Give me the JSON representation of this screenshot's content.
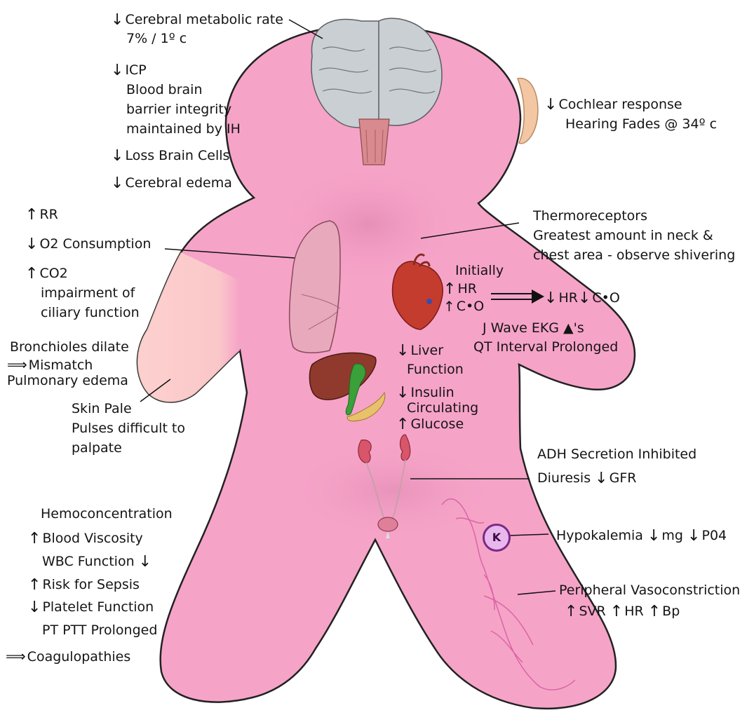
{
  "colors": {
    "body": "#f6a3c8",
    "body_outline": "#222222",
    "pale_arm": "#fcd0cc",
    "brain": "#c9cfd3",
    "brainstem": "#d98a8e",
    "lung": "#e7a9bb",
    "heart": "#c43c2e",
    "liver": "#8f3a2c",
    "gallbladder": "#3aa03a",
    "kidney": "#d9556a",
    "vessels": "#d65aa0",
    "potassium_badge": "#e8b7ee"
  },
  "labels": {
    "cerebral_metabolic": "Cerebral metabolic rate",
    "cerebral_metabolic_2": "7% / 1º c",
    "icp": "ICP",
    "bbb_1": "Blood brain",
    "bbb_2": "barrier integrity",
    "bbb_3": "maintained by IH",
    "loss_brain": "Loss Brain Cells",
    "cerebral_edema": "Cerebral edema",
    "cochlear": "Cochlear response",
    "hearing": "Hearing Fades @ 34º c",
    "rr": "RR",
    "o2": "O2 Consumption",
    "co2": "CO2",
    "ciliary_1": "impairment of",
    "ciliary_2": "ciliary function",
    "thermo_1": "Thermoreceptors",
    "thermo_2": "Greatest amount in neck &",
    "thermo_3": "chest area - observe shivering",
    "initially": "Initially",
    "hr": "HR",
    "co": "C•O",
    "hr_co_result_hr": "HR",
    "hr_co_result_co": "C•O",
    "j_wave": "J Wave EKG ▲'s",
    "qt": "QT Interval Prolonged",
    "bronchioles": "Bronchioles dilate",
    "mismatch": "Mismatch",
    "pulmonary_edema": "Pulmonary edema",
    "liver_1": "Liver",
    "liver_2": "Function",
    "insulin": "Insulin",
    "circulating": "Circulating",
    "glucose": "Glucose",
    "skin_1": "Skin Pale",
    "skin_2": "Pulses difficult to",
    "skin_3": "palpate",
    "adh": "ADH Secretion Inhibited",
    "diuresis": "Diuresis",
    "gfr": "GFR",
    "hemoconcentration": "Hemoconcentration",
    "blood_viscosity": "Blood Viscosity",
    "wbc": "WBC Function",
    "sepsis": "Risk for Sepsis",
    "platelet": "Platelet Function",
    "pt_ptt": "PT PTT Prolonged",
    "coagulopathies": "Coagulopathies",
    "hypokalemia": "Hypokalemia",
    "mg": "mg",
    "po4": "P04",
    "k_badge": "K",
    "peripheral": "Peripheral Vasoconstriction",
    "svr": "SVR",
    "pv_hr": "HR",
    "bp": "Bp"
  }
}
